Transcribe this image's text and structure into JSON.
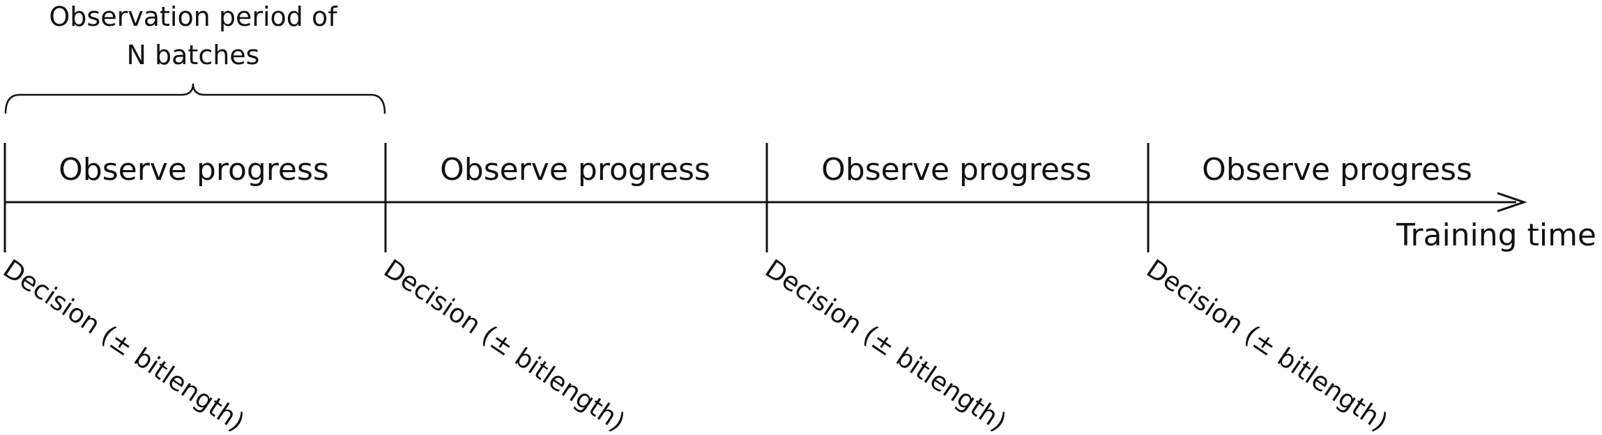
{
  "bracket": {
    "label_line1": "Observation period of",
    "label_line2": "N batches"
  },
  "axis": {
    "label": "Training time"
  },
  "phases": [
    {
      "label": "Observe progress"
    },
    {
      "label": "Observe progress"
    },
    {
      "label": "Observe progress"
    },
    {
      "label": "Observe progress"
    }
  ],
  "decisions": [
    {
      "label": "Decision (± bitlength)"
    },
    {
      "label": "Decision (± bitlength)"
    },
    {
      "label": "Decision (± bitlength)"
    },
    {
      "label": "Decision (± bitlength)"
    }
  ]
}
